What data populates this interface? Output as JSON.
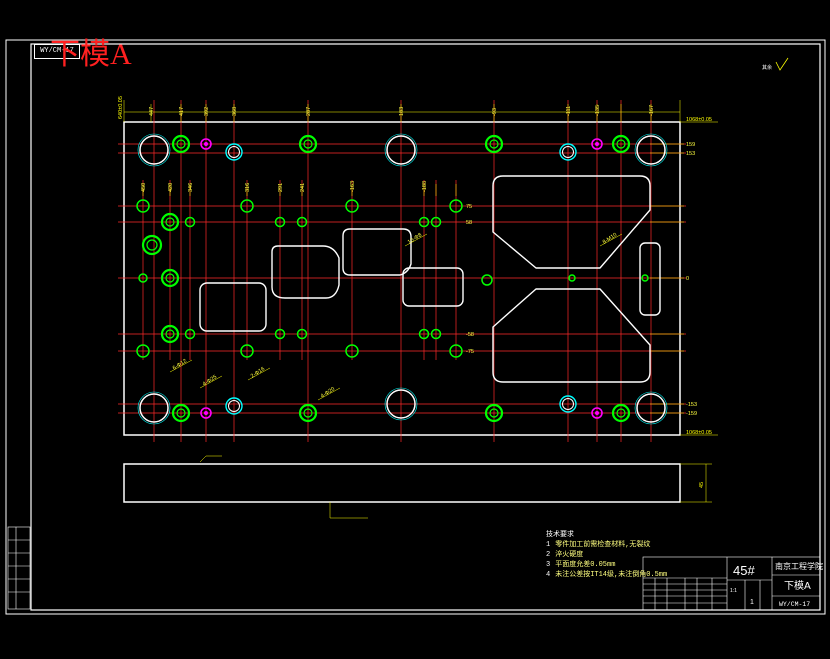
{
  "drawing": {
    "title_red": "下模A",
    "code_box": "WY/CM-17",
    "top_right_mark": "其余"
  },
  "tech_notes": {
    "heading": "技术要求",
    "items": [
      {
        "num": "1",
        "text": "零件加工前需检查材料,无裂纹"
      },
      {
        "num": "2",
        "text": "淬火硬度"
      },
      {
        "num": "3",
        "text": "平面度允差0.05mm"
      },
      {
        "num": "4",
        "text": "未注公差按IT14级,未注倒角0.5mm"
      }
    ]
  },
  "title_block": {
    "material": "45#",
    "school": "南京工程学院",
    "part_name": "下模A",
    "drawing_no": "WY/CM-17",
    "scale": "1:1",
    "sheet": "1"
  },
  "dimensions": {
    "top_h": [
      "447",
      "417",
      "392",
      "368",
      "287",
      "183",
      "-93",
      "-111",
      "-135",
      "-167"
    ],
    "mid_h": [
      "450",
      "420",
      "346",
      "316",
      "291",
      "241",
      "-163",
      "-188"
    ],
    "right_v": [
      "159",
      "153",
      "75",
      "58",
      "0",
      "-58",
      "-75",
      "-153",
      "-159"
    ],
    "overall_w": "1068±0.05",
    "overall_h": "640±0.05",
    "side_thk": "45",
    "hole_ids": [
      "4-Φ25",
      "2-Φ16",
      "4-Φ20",
      "6-Φ12",
      "10-Φ8",
      "8-M10"
    ]
  },
  "colors": {
    "background": "#000000",
    "outline": "#ffffff",
    "center": "#ff3030",
    "dim": "#ffff40",
    "hole_green": "#00ff00",
    "hole_cyan": "#00ffff",
    "hole_magenta": "#ff00ff"
  }
}
